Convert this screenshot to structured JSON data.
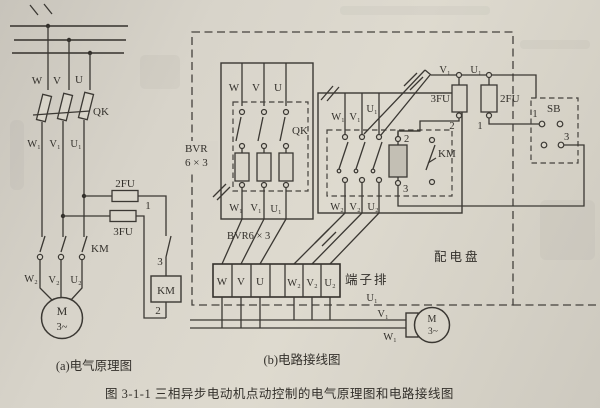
{
  "figure": {
    "caption": "图 3-1-1  三相异步电动机点动控制的电气原理图和电路接线图",
    "caption_a": "(a)电气原理图",
    "caption_b": "(b)电路接线图"
  },
  "colors": {
    "paper": "#d8d4ca",
    "ink": "#3b3833"
  },
  "a": {
    "supply": [
      "W",
      "V",
      "U"
    ],
    "qk": "QK",
    "mid": [
      "W₁",
      "V₁",
      "U₁"
    ],
    "fu2": "2FU",
    "fu3": "3FU",
    "n1": "1",
    "n2": "2",
    "n3": "3",
    "km_main": "KM",
    "km_coil": "KM",
    "out": [
      "W₂",
      "V₂",
      "U₂"
    ],
    "motor_m": "M",
    "motor_ph": "3~"
  },
  "b": {
    "board": "配电盘",
    "bvr1": "BVR",
    "bvr2": "6 × 3",
    "bvr3": "BVR6 × 3",
    "qk": {
      "in": [
        "W",
        "V",
        "U"
      ],
      "sw": "QK",
      "out": [
        "W₁",
        "V₁",
        "U₁"
      ]
    },
    "km": {
      "in": [
        "W₁",
        "V₁",
        "U₁"
      ],
      "n2": "2",
      "n3": "3",
      "label": "KM",
      "out": [
        "W₂",
        "V₂",
        "U₂"
      ]
    },
    "v1": "V₁",
    "u1": "U₁",
    "fu3": "3FU",
    "fu2": "2FU",
    "n2": "2",
    "n1": "1",
    "sb": {
      "label": "SB",
      "n1": "1",
      "n3": "3"
    },
    "strip": {
      "label": "端子排",
      "cells": [
        "W",
        "V",
        "U",
        "W₂",
        "V₂",
        "U₂"
      ]
    },
    "motor": {
      "m": "M",
      "ph": "3~",
      "u": "U₁",
      "v": "V₁",
      "w": "W₁"
    }
  }
}
